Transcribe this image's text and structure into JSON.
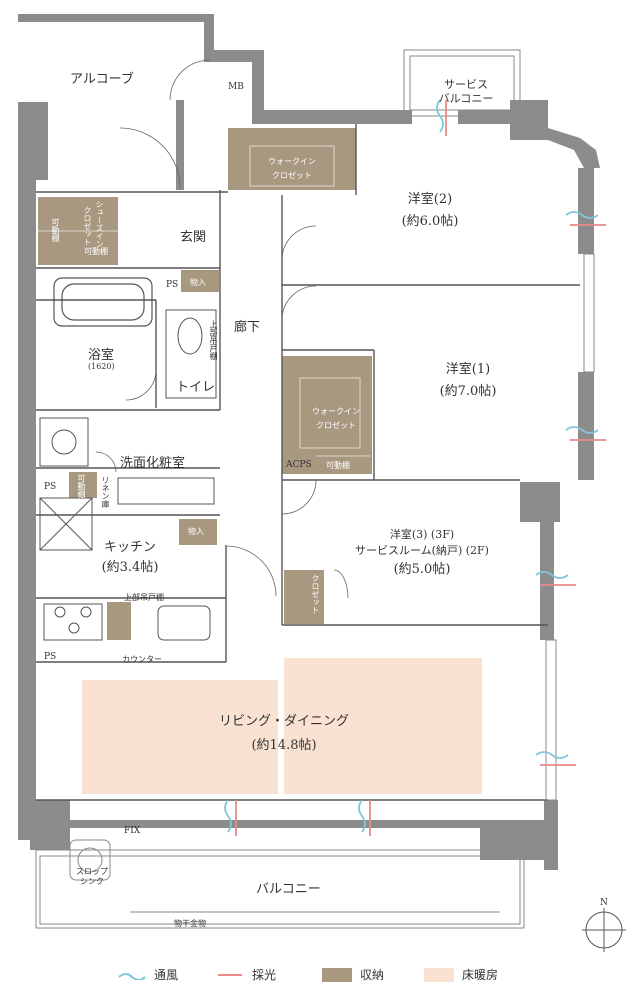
{
  "rooms": {
    "alcove": "アルコーブ",
    "mb": "MB",
    "service_balcony": [
      "サービス",
      "バルコニー"
    ],
    "walkin_closet_2": [
      "ウォークイン",
      "クロゼット"
    ],
    "western_2": [
      "洋室(2)",
      "(約6.0帖)"
    ],
    "shoes_in_closet": [
      "シューズイン",
      "クロゼット"
    ],
    "movable_shelf": "可動棚",
    "entrance": "玄関",
    "ps": "PS",
    "storage": "物入",
    "corridor": "廊下",
    "bathroom": "浴室",
    "bath_size": "(1620)",
    "upper_cabinet": "上部吊戸棚",
    "toilet": "トイレ",
    "western_1": [
      "洋室(1)",
      "(約7.0帖)"
    ],
    "walkin_closet_1": [
      "ウォークイン",
      "クロゼット"
    ],
    "acps": "ACPS",
    "washroom": "洗面化粧室",
    "linen": "リネン庫",
    "kitchen": [
      "キッチン",
      "(約3.4帖)"
    ],
    "western_3": [
      "洋室(3) (3F)",
      "サービスルーム(納戸) (2F)",
      "(約5.0帖)"
    ],
    "closet": "クロゼット",
    "counter": "カウンター",
    "living": [
      "リビング・ダイニング",
      "(約14.8帖)"
    ],
    "fix": "FIX",
    "slop_sink": [
      "スロップ",
      "シンク"
    ],
    "balcony": "バルコニー",
    "drying_rack": "物干金物",
    "north": "N"
  },
  "legend": [
    {
      "label": "通風",
      "color": "#7fc8dc"
    },
    {
      "label": "採光",
      "color": "#e88a8a"
    },
    {
      "label": "収納",
      "color": "#a89880"
    },
    {
      "label": "床暖房",
      "color": "#f9e2d2"
    }
  ],
  "colors": {
    "wall": "#8c8c8c",
    "storage": "#a89880",
    "floor_heating": "#f9e2d2",
    "wind": "#7fc8dc",
    "light": "#e88a8a"
  }
}
